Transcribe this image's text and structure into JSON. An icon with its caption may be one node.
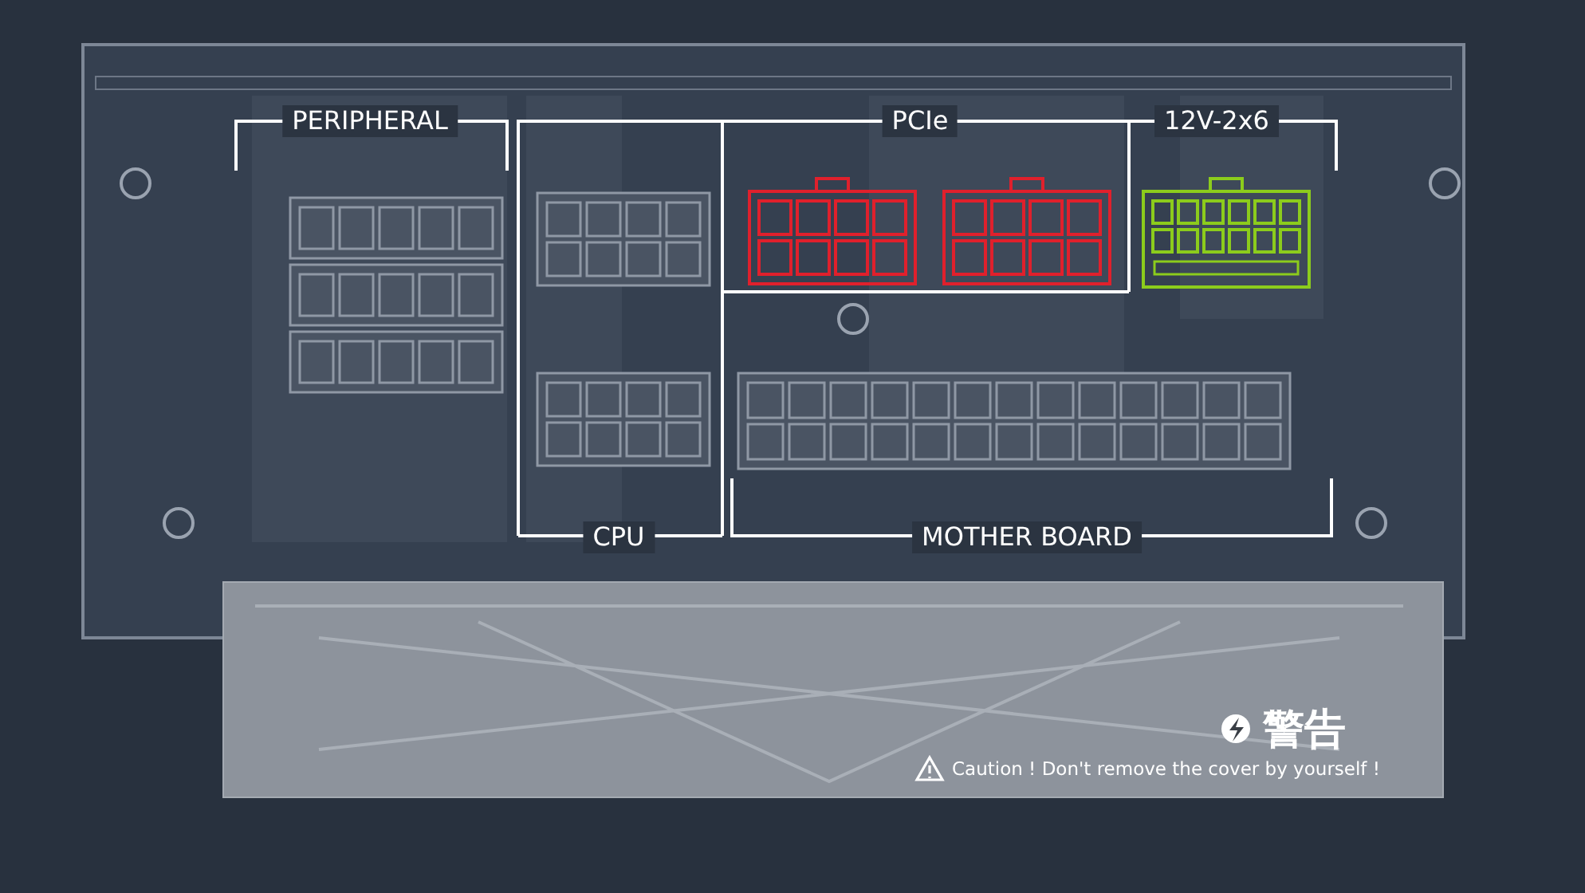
{
  "diagram": {
    "labels": [
      "PERIPHERAL",
      "PCIe",
      "12V-2x6",
      "CPU",
      "MOTHER BOARD",
      "警告",
      "Caution ! Don't remove the cover by yourself !"
    ]
  }
}
